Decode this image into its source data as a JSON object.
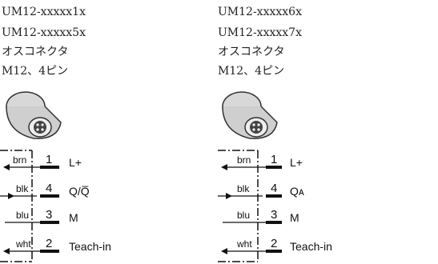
{
  "left": {
    "header": [
      "UM12-xxxxx1x",
      "UM12-xxxxx5x",
      "オスコネクタ",
      "M12、4ピン"
    ],
    "wires": [
      {
        "color": "brn",
        "pin": "1",
        "func": "L+",
        "arrow": "in"
      },
      {
        "color": "blk",
        "pin": "4",
        "func": "Q/Q̅",
        "arrow": "out"
      },
      {
        "color": "blu",
        "pin": "3",
        "func": "M",
        "arrow": "none"
      },
      {
        "color": "wht",
        "pin": "2",
        "func": "Teach-in",
        "arrow": "in"
      }
    ]
  },
  "right": {
    "header": [
      "UM12-xxxxx6x",
      "UM12-xxxxx7x",
      "オスコネクタ",
      "M12、4ピン"
    ],
    "wires": [
      {
        "color": "brn",
        "pin": "1",
        "func": "L+",
        "arrow": "in"
      },
      {
        "color": "blk",
        "pin": "4",
        "func": "Qᴀ",
        "arrow": "out"
      },
      {
        "color": "blu",
        "pin": "3",
        "func": "M",
        "arrow": "none"
      },
      {
        "color": "wht",
        "pin": "2",
        "func": "Teach-in",
        "arrow": "in"
      }
    ]
  },
  "icons": {
    "connector": "m12-connector-icon",
    "ground": "dashed-boundary"
  }
}
